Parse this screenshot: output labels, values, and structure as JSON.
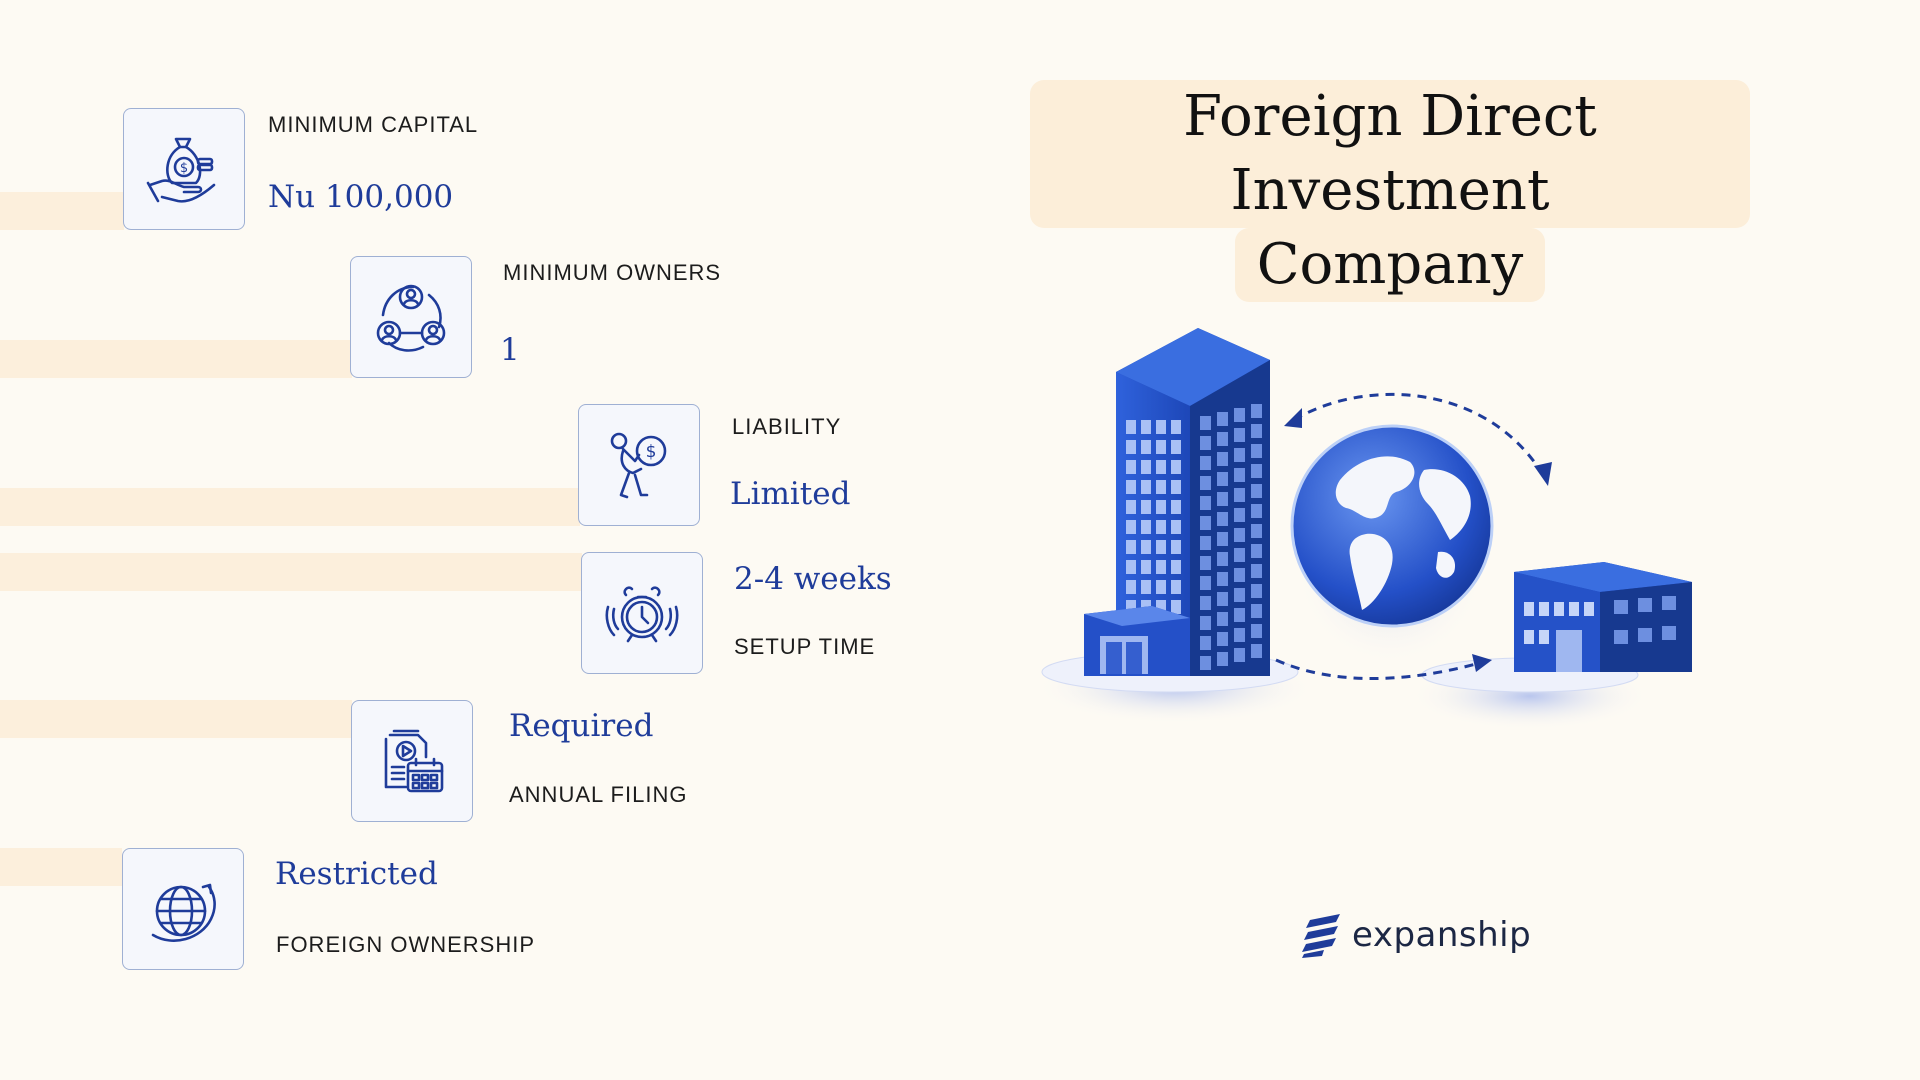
{
  "title": {
    "line1": "Foreign Direct Investment",
    "line2": "Company"
  },
  "facts": [
    {
      "label": "MINIMUM CAPITAL",
      "value": "Nu 100,000",
      "icon": "money-bag-hand-icon"
    },
    {
      "label": "MINIMUM OWNERS",
      "value": "1",
      "icon": "people-network-icon"
    },
    {
      "label": "LIABILITY",
      "value": "Limited",
      "icon": "person-carrying-coin-icon"
    },
    {
      "label": "SETUP TIME",
      "value": "2-4 weeks",
      "icon": "alarm-clock-icon"
    },
    {
      "label": "ANNUAL FILING",
      "value": "Required",
      "icon": "document-calendar-icon"
    },
    {
      "label": "FOREIGN OWNERSHIP",
      "value": "Restricted",
      "icon": "globe-arrow-icon"
    }
  ],
  "brand": {
    "name": "expanship"
  },
  "colors": {
    "accent": "#1f3c9a",
    "band": "#fcefdc",
    "background": "#fdfaf3",
    "titleHighlight": "#fceed9"
  }
}
